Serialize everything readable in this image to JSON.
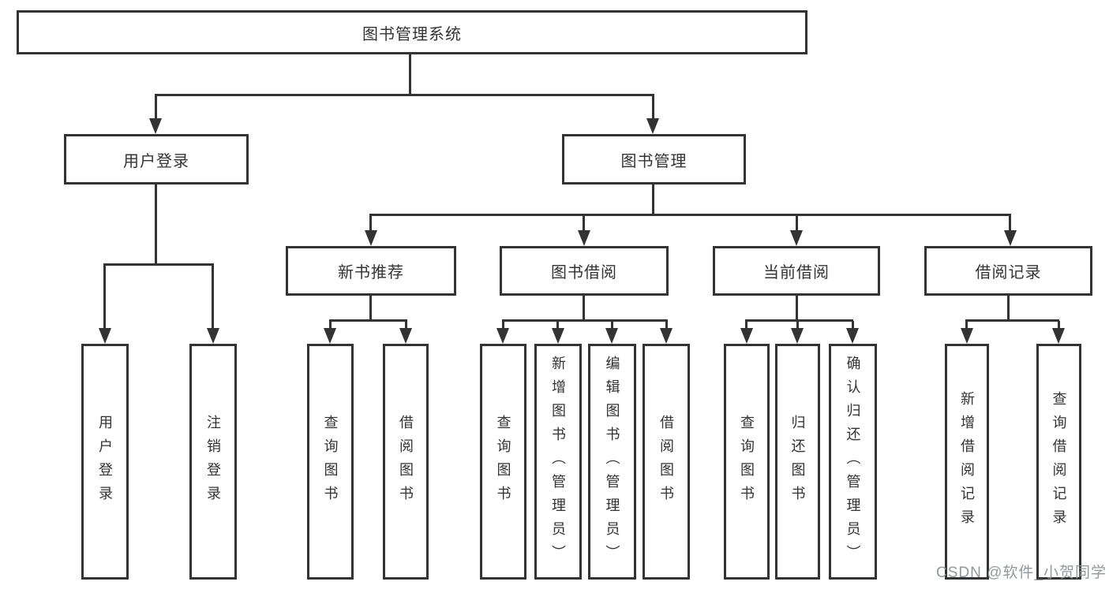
{
  "diagram": {
    "title": "图书管理系统",
    "branches": [
      {
        "label": "用户登录",
        "children": [
          {
            "label": "用户登录"
          },
          {
            "label": "注销登录"
          }
        ]
      },
      {
        "label": "图书管理",
        "children": [
          {
            "label": "新书推荐",
            "children": [
              {
                "label": "查询图书"
              },
              {
                "label": "借阅图书"
              }
            ]
          },
          {
            "label": "图书借阅",
            "children": [
              {
                "label": "查询图书"
              },
              {
                "label": "新增图书（管理员）"
              },
              {
                "label": "编辑图书（管理员）"
              },
              {
                "label": "借阅图书"
              }
            ]
          },
          {
            "label": "当前借阅",
            "children": [
              {
                "label": "查询图书"
              },
              {
                "label": "归还图书"
              },
              {
                "label": "确认归还（管理员）"
              }
            ]
          },
          {
            "label": "借阅记录",
            "children": [
              {
                "label": "新增借阅记录"
              },
              {
                "label": "查询借阅记录"
              }
            ]
          }
        ]
      }
    ]
  },
  "watermark": {
    "text": "CSDN @软件_小贺同学"
  },
  "colors": {
    "box_border": "#333333",
    "connector_line": "#333333",
    "text": "#333333",
    "watermark": "#8c9298",
    "background": "#ffffff"
  }
}
